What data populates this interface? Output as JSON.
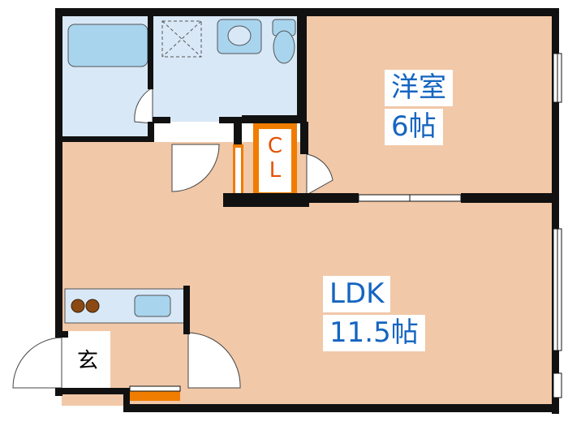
{
  "rooms": {
    "western_room": {
      "name": "洋室",
      "size": "6帖"
    },
    "ldk": {
      "name": "LDK",
      "size": "11.5帖"
    },
    "closet": {
      "line1": "C",
      "line2": "L"
    },
    "entrance": {
      "name": "玄"
    }
  },
  "colors": {
    "floor": "#f1c8a8",
    "wet_area": "#d8e8f6",
    "fixture": "#a8d4ee",
    "wall": "#111111",
    "closet_accent": "#f07c00",
    "label_text": "#1565c0"
  },
  "icons": [
    "bathtub-icon",
    "washer-pan-icon",
    "washbasin-icon",
    "toilet-icon",
    "stove-burner-icon",
    "sink-icon"
  ]
}
